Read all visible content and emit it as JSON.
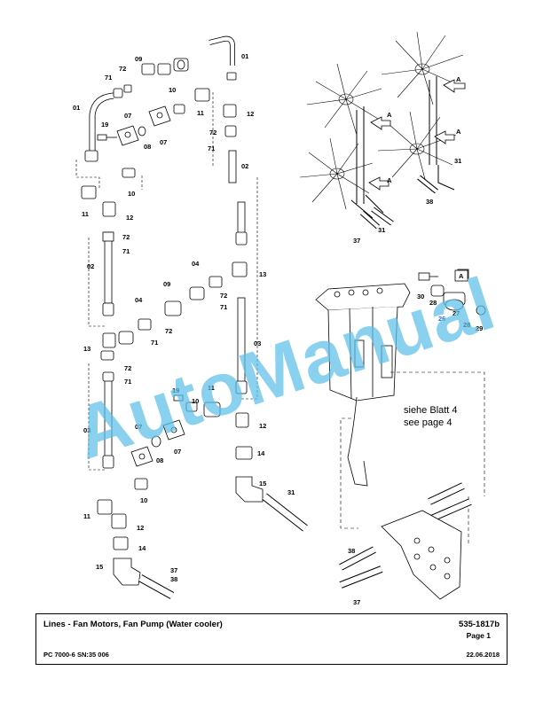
{
  "title_block": {
    "title": "Lines - Fan Motors, Fan Pump (Water cooler)",
    "drawing_no": "535-1817b",
    "page": "Page 1",
    "model": "PC 7000-6 SN:35 006",
    "date": "22.06.2018"
  },
  "watermark": "AutoManual",
  "note": {
    "line1": "siehe Blatt 4",
    "line2": "see page 4"
  },
  "view_marker": "A",
  "labels": {
    "l01a": "01",
    "l09a": "09",
    "l71a": "71",
    "l72a": "72",
    "l01b": "01",
    "l19a": "19",
    "l07a": "07",
    "l10a": "10",
    "l11a": "11",
    "l12a": "12",
    "l08a": "08",
    "l07b": "07",
    "l72b": "72",
    "l71b": "71",
    "l02a": "02",
    "l10b": "10",
    "l11b": "11",
    "l12b": "12",
    "l72c": "72",
    "l71c": "71",
    "l02b": "02",
    "l04a": "04",
    "l09b": "09",
    "l13a": "13",
    "l72d": "72",
    "l71d": "71",
    "l04b": "04",
    "l72e": "72",
    "l71e": "71",
    "l03a": "03",
    "l13b": "13",
    "l72f": "72",
    "l71f": "71",
    "l19b": "19",
    "l11c": "11",
    "l10c": "10",
    "l07c": "07",
    "l12c": "12",
    "l08b": "08",
    "l07d": "07",
    "l03b": "03",
    "l14a": "14",
    "l15a": "15",
    "l31a": "31",
    "l10d": "10",
    "l11d": "11",
    "l12d": "12",
    "l14b": "14",
    "l15b": "15",
    "l37a": "37",
    "l38a": "38",
    "r_A1": "A",
    "r_A2": "A",
    "r_A3": "A",
    "r_A4": "A",
    "r_31a": "31",
    "r_38a": "38",
    "r_37a": "37",
    "r_31b": "31",
    "r_30": "30",
    "r_28a": "28",
    "r_26": "26",
    "r_27": "27",
    "r_28b": "28",
    "r_29": "29",
    "r_38b": "38",
    "r_37b": "37"
  }
}
